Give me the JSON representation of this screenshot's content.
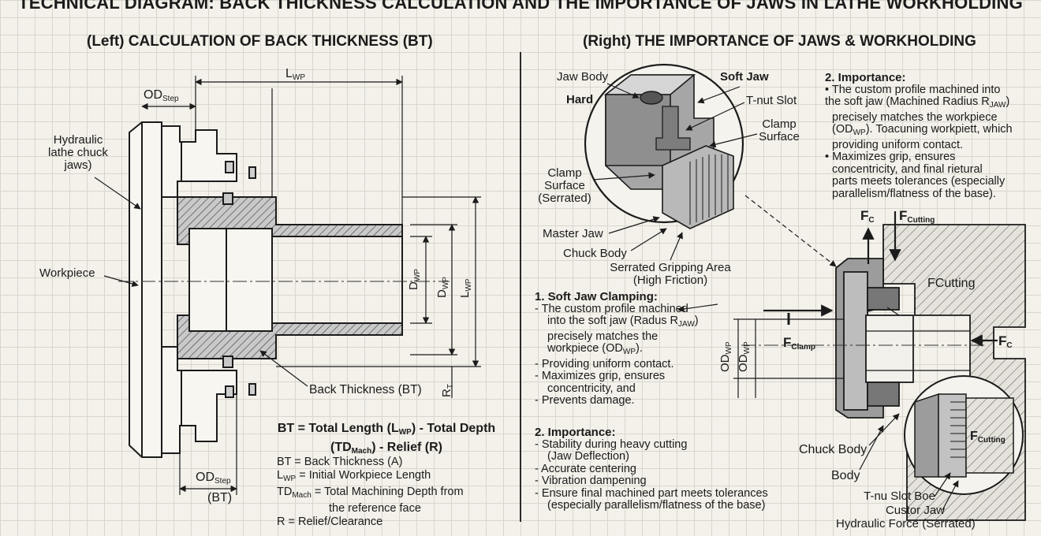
{
  "title": "TECHNICAL DIAGRAM: BACK THICKNESS CALCULATION AND THE IMPORTANCE OF JAWS IN LATHE WORKHOLDING",
  "left": {
    "heading": "(Left) CALCULATION OF BACK THICKNESS (BT)",
    "labels": {
      "lwp": "L",
      "lwp_sub": "WP",
      "od_step": "OD",
      "od_step_sub": "Step",
      "chuck_1": "Hydraulic",
      "chuck_2": "lathe chuck",
      "chuck_3": "jaws)",
      "workpiece": "Workpiece",
      "dwp_a": "D",
      "dwp_a_sub": "WP",
      "dwp_b": "D",
      "dwp_b_sub": "WP",
      "lwp_v": "L",
      "lwp_v_sub": "WP",
      "rt": "R",
      "rt_sub": "T",
      "back_thickness": "Back Thickness (BT)",
      "od_step_bottom": "OD",
      "od_step_bottom_sub": "Step",
      "bt_paren": "(BT)"
    },
    "formula": {
      "p1": "BT = Total Length (L",
      "p1_sub": "WP",
      "p2": ") - Total Depth",
      "p3": "(TD",
      "p3_sub": "Mach",
      "p4": ") - Relief (R)"
    },
    "definitions": {
      "bt": "BT = Back Thickness (A)",
      "lwp_a": "L",
      "lwp_sub": "WP",
      "lwp_b": " = Initial Workpiece Length",
      "td_a": "TD",
      "td_sub": "Mach",
      "td_b": " = Total Machining Depth from",
      "td_c": "the reference face",
      "r": "R = Relief/Clearance"
    }
  },
  "right": {
    "heading": "(Right) THE IMPORTANCE OF JAWS & WORKHOLDING",
    "labels": {
      "jaw_body": "Jaw Body",
      "soft_jaw": "Soft Jaw",
      "hard": "Hard",
      "tnut_slot": "T-nut Slot",
      "clamp_surface_1": "Clamp",
      "clamp_surface_2": "Surface",
      "clamp_serrated_1": "Clamp",
      "clamp_serrated_2": "Surface",
      "clamp_serrated_3": "(Serrated)",
      "master_jaw": "Master Jaw",
      "chuck_body": "Chuck Body",
      "serrated_1": "Serrated Gripping Area",
      "serrated_2": "(High Friction)",
      "fc_top": "F",
      "fc_top_sub": "C",
      "fcut_top": "F",
      "fcut_top_sub": "Cutting",
      "fcutting_mid": "FCutting",
      "fclamp": "F",
      "fclamp_sub": "Clamp",
      "fc_right": "F",
      "fc_right_sub": "C",
      "odwp_a": "OD",
      "odwp_a_sub": "WP",
      "odwp_b": "OD",
      "odwp_b_sub": "WP",
      "fcut_inset": "F",
      "fcut_inset_sub": "Cutting",
      "chuck_body_2": "Chuck Body",
      "body": "Body",
      "tnu_slot": "T-nu Slot Boe",
      "custor_jaw": "Custor Jaw",
      "hydraulic_force": "Hydraulic Force (Serrated)"
    },
    "importance_top": {
      "heading": "2. Importance:",
      "l1": "• The custom profile machined into",
      "l2a": "the soft jaw (Machined Radius R",
      "l2_sub": "JAW",
      "l2b": ")",
      "l3": "precisely matches the workpiece",
      "l4a": "(OD",
      "l4_sub": "WP",
      "l4b": "). Toacuning workpiett, which",
      "l5": "providing uniform contact.",
      "l6": "• Maximizes grip, ensures",
      "l7": "concentricity, and final rietural",
      "l8": "parts meets tolerances (especially",
      "l9": "parallelism/flatness of the base)."
    },
    "soft_jaw_block": {
      "heading": "1. Soft Jaw Clamping:",
      "l1": "- The custom profile machined",
      "l2a": "into the soft jaw (Radus R",
      "l2_sub": "JAW",
      "l2b": ")",
      "l3": "precisely matches the",
      "l4a": "workpiece (OD",
      "l4_sub": "WP",
      "l4b": ").",
      "l5": "- Providing uniform contact.",
      "l6": "- Maximizes grip, ensures",
      "l7": "concentricity, and",
      "l8": "- Prevents damage."
    },
    "importance_bottom": {
      "heading": "2. Importance:",
      "l1": "- Stability during heavy cutting",
      "l2": "(Jaw Deflection)",
      "l3": "- Accurate centering",
      "l4": "- Vibration dampening",
      "l5": "- Ensure final machined part meets tolerances",
      "l6": "(especially parallelism/flatness of the base)"
    }
  }
}
